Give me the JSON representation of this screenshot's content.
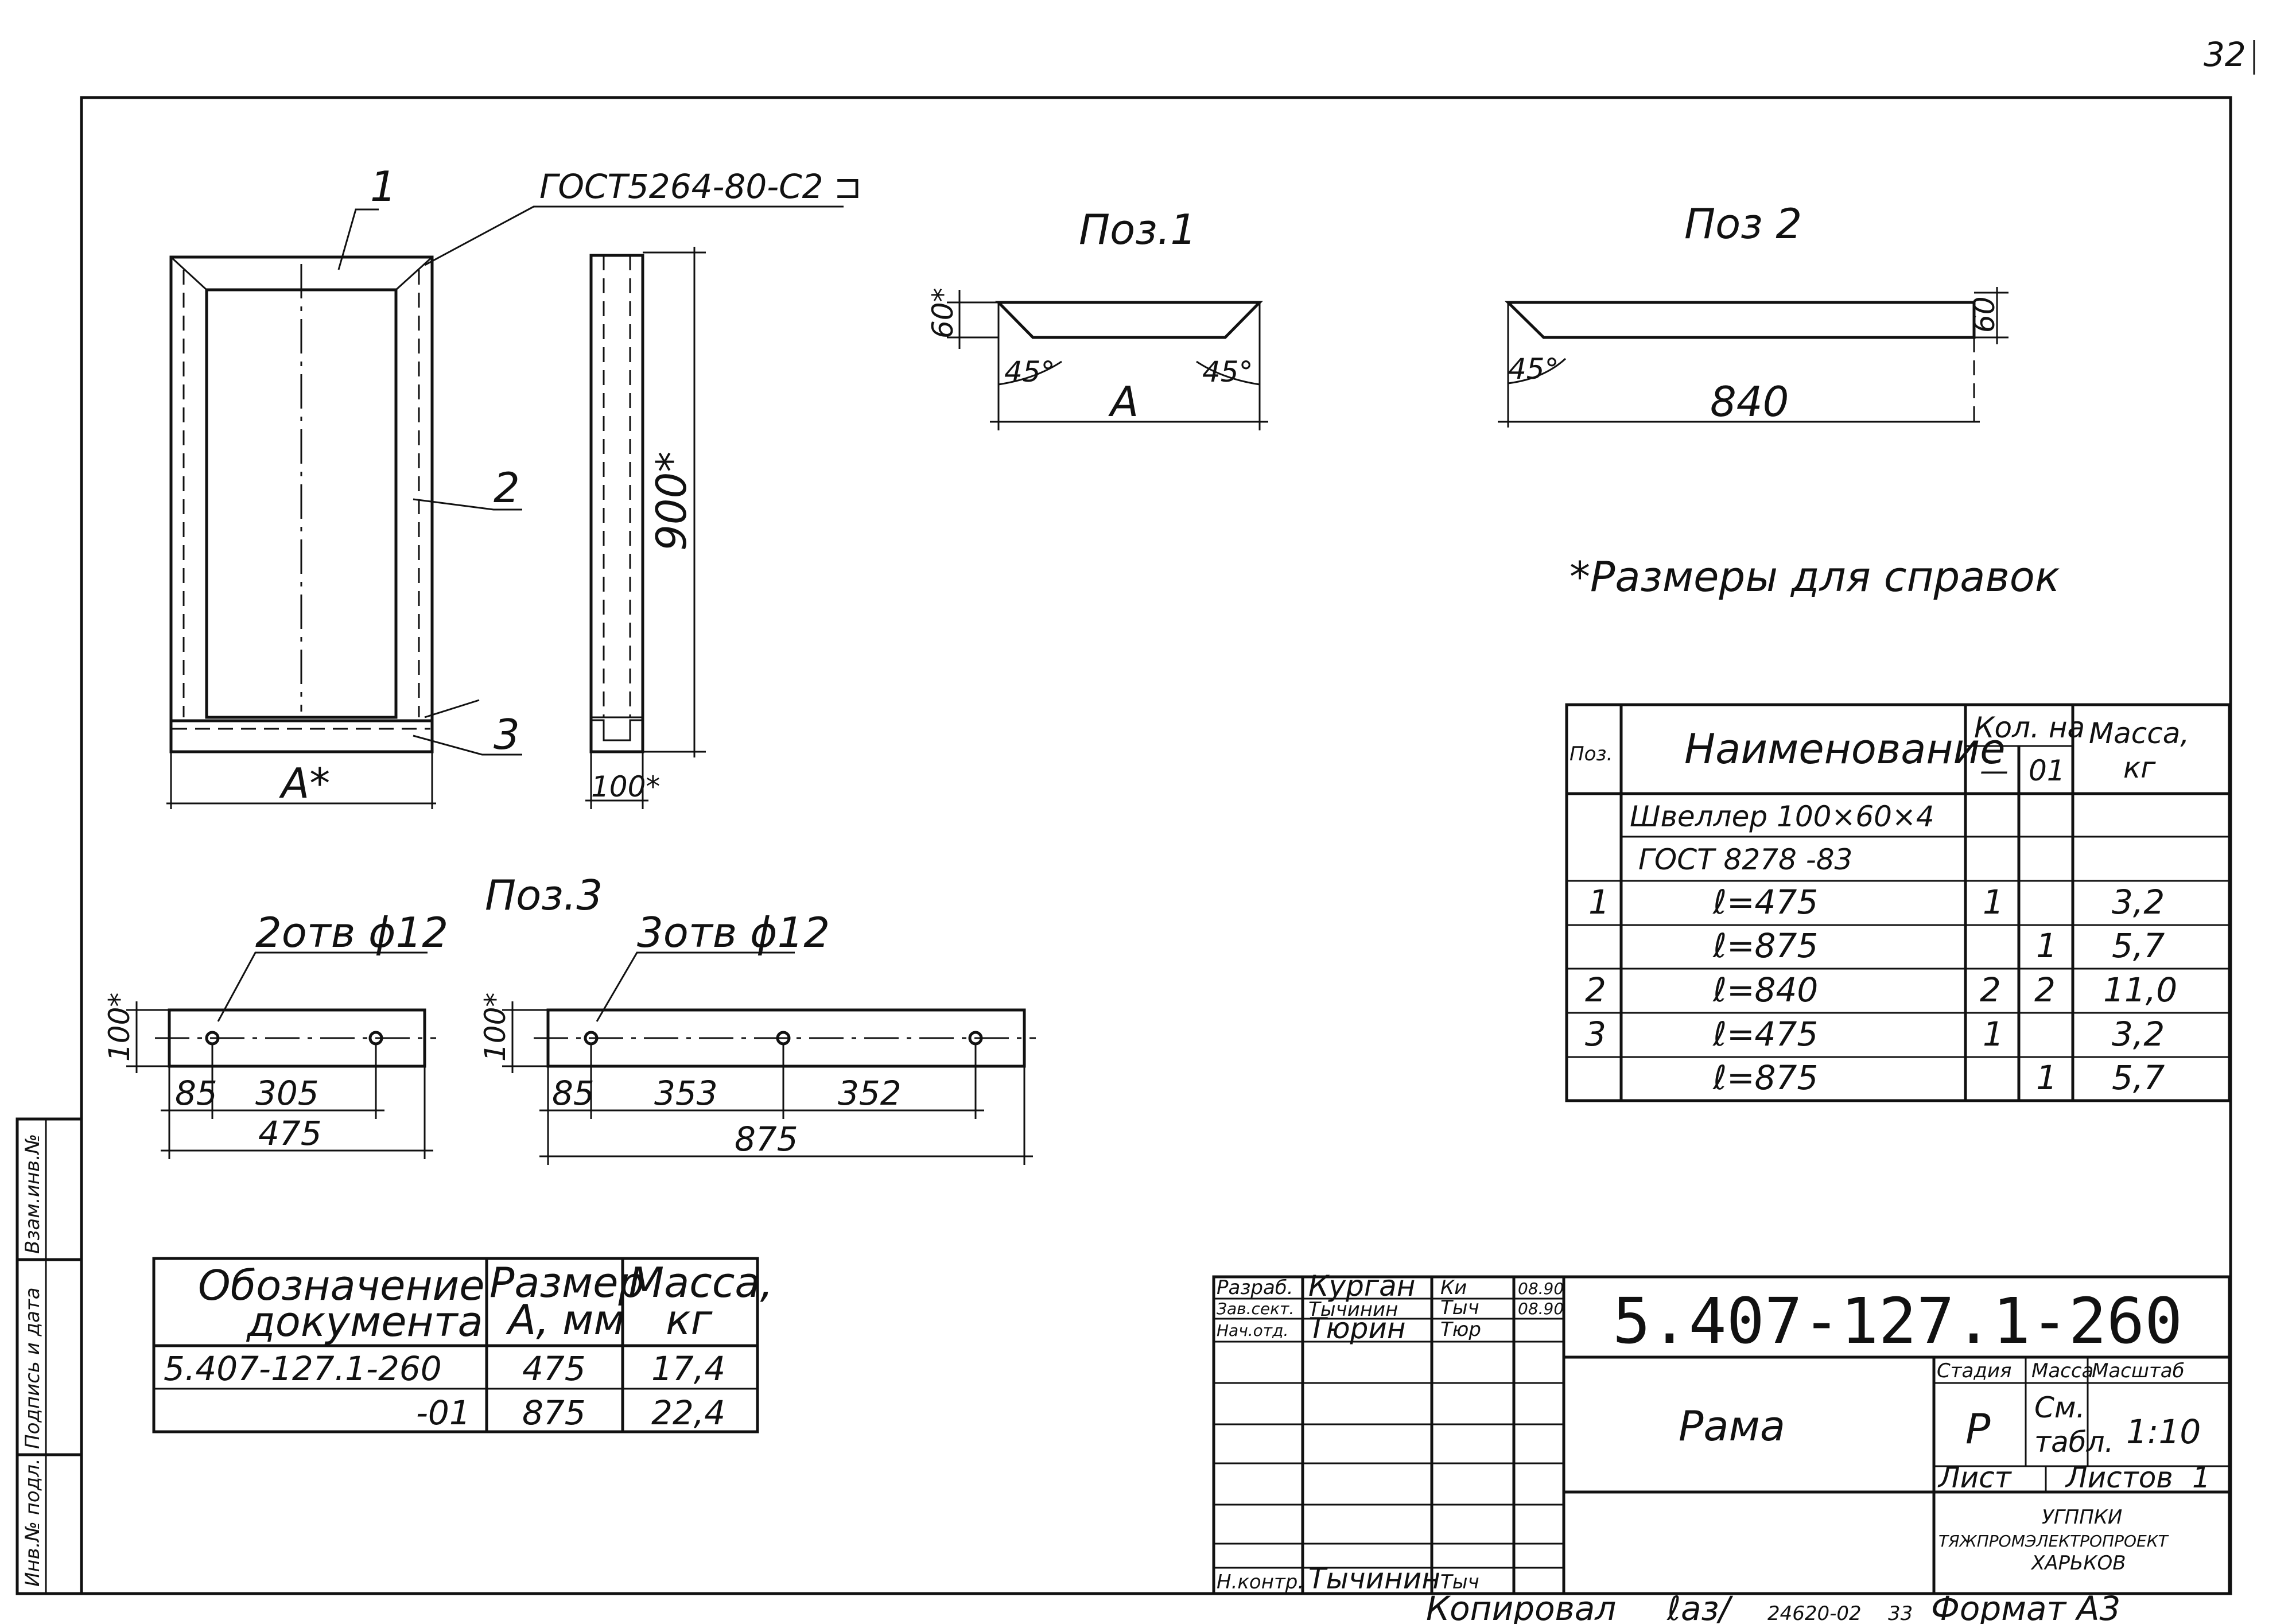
{
  "sheet": {
    "page_number": "32",
    "gost_profile": "ГОСТ5264-80-С2 ⊐",
    "note": "*Размеры для справок",
    "copied_by": "Копировал",
    "copy_sig": "ℓаз/",
    "copy_number": "24620-02",
    "copy_sheet": "33",
    "format": "Формат А3"
  },
  "main_view": {
    "pos1": "1",
    "pos2": "2",
    "pos3": "3",
    "dim_a": "А*",
    "dim_height": "900*",
    "dim_width": "100*"
  },
  "detail_pos1": {
    "title": "Поз.1",
    "dim_height": "60*",
    "angle_left": "45°",
    "angle_right": "45°",
    "dim_length": "А"
  },
  "detail_pos2": {
    "title": "Поз 2",
    "dim_height": "60",
    "angle": "45°",
    "dim_length": "840"
  },
  "detail_pos3": {
    "title": "Поз.3",
    "hole_note_a": "2отв ϕ12",
    "hole_note_b": "3отв ϕ12",
    "a_height": "100*",
    "a_offset": "85",
    "a_spacing": "305",
    "a_length": "475",
    "b_height": "100*",
    "b_offset": "85",
    "b_spacing1": "353",
    "b_spacing2": "352",
    "b_length": "875"
  },
  "spec_table": {
    "headers": {
      "pos": "Поз.",
      "name": "Наименование",
      "qty": "Кол. на",
      "qty_dash": "—",
      "qty_01": "01",
      "mass": "Масса,",
      "mass_unit": "кг"
    },
    "rows": [
      {
        "pos": "",
        "name": "Швеллер 100×60×4",
        "q1": "",
        "q2": "",
        "mass": ""
      },
      {
        "pos": "",
        "name": "ГОСТ 8278 -83",
        "q1": "",
        "q2": "",
        "mass": ""
      },
      {
        "pos": "1",
        "name": "ℓ=475",
        "q1": "1",
        "q2": "",
        "mass": "3,2"
      },
      {
        "pos": "",
        "name": "ℓ=875",
        "q1": "",
        "q2": "1",
        "mass": "5,7"
      },
      {
        "pos": "2",
        "name": "ℓ=840",
        "q1": "2",
        "q2": "2",
        "mass": "11,0"
      },
      {
        "pos": "3",
        "name": "ℓ=475",
        "q1": "1",
        "q2": "",
        "mass": "3,2"
      },
      {
        "pos": "",
        "name": "ℓ=875",
        "q1": "",
        "q2": "1",
        "mass": "5,7"
      }
    ]
  },
  "doc_table": {
    "headers": {
      "doc_1": "Обозначение",
      "doc_2": "документа",
      "size_1": "Размер",
      "size_2": "А, мм",
      "mass_1": "Масса,",
      "mass_2": "кг"
    },
    "rows": [
      {
        "doc": "5.407-127.1-260",
        "size": "475",
        "mass": "17,4"
      },
      {
        "doc": "-01",
        "size": "875",
        "mass": "22,4"
      }
    ]
  },
  "side_stamp": {
    "inv_zam": "Взам.инв.№",
    "sign_date": "Подпись и дата",
    "inv_orig": "Инв.№ подл."
  },
  "title_block": {
    "code": "5.407-127.1-260",
    "name": "Рама",
    "people": [
      {
        "role": "Разраб.",
        "name": "Курган",
        "sign": "Ки",
        "date": "08.90"
      },
      {
        "role": "Зав.сект.",
        "name": "Тычинин",
        "sign": "Тыч",
        "date": "08.90"
      },
      {
        "role": "Нач.отд.",
        "name": "Тюрин",
        "sign": "Тюр",
        "date": ""
      }
    ],
    "control": {
      "role": "Н.контр.",
      "name": "Тычинин",
      "sign": "Тыч"
    },
    "stage_label": "Стадия",
    "mass_label": "Масса",
    "scale_label": "Масштаб",
    "stage": "Р",
    "mass_1": "См.",
    "mass_2": "табл.",
    "scale": "1:10",
    "sheet_label": "Лист",
    "sheets_label": "Листов",
    "sheets": "1",
    "org_1": "УГППКИ",
    "org_2": "ТЯЖПРОМЭЛЕКТРОПРОЕКТ",
    "org_3": "ХАРЬКОВ"
  }
}
